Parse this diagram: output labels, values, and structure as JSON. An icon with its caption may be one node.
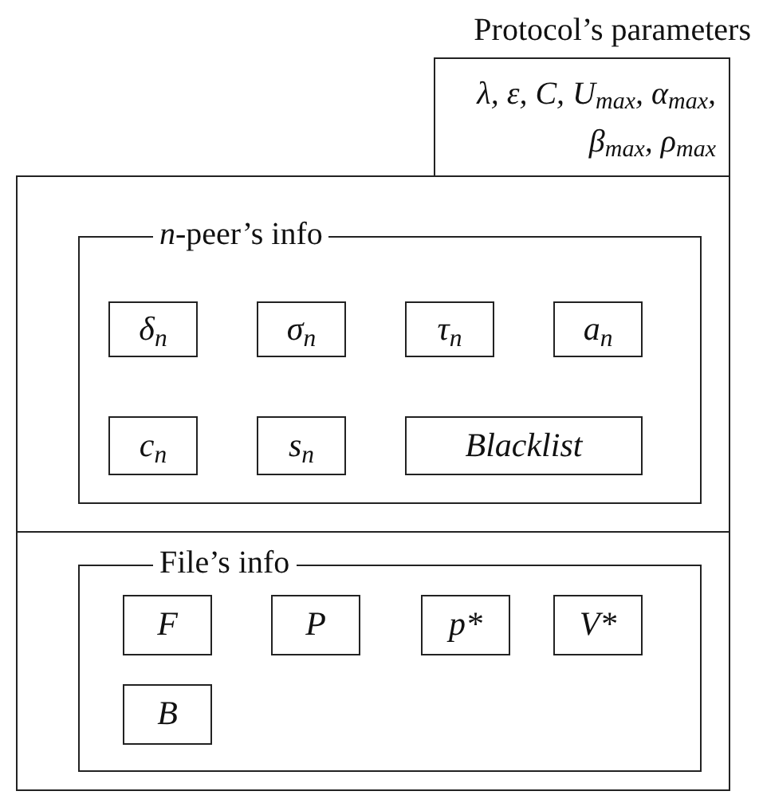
{
  "diagram": {
    "nodes": [
      {
        "text": [
          "Protocol’s parameters",
          "λ, ε, C, U$_{max}$, α$_{max}$, β$_{max}$, ρ$_{max}$"
        ]
      },
      {
        "text": [],
        "shape": "box"
      },
      {
        "text": [
          "*n*-peer’s info"
        ],
        "in": 1
      },
      {
        "text": [
          "δ$_{n}$"
        ],
        "in": 2
      },
      {
        "text": [
          "σ$_{n}$"
        ],
        "in": 2
      },
      {
        "text": [
          "τ$_{n}$"
        ],
        "in": 2
      },
      {
        "text": [
          "a$_{n}$"
        ],
        "in": 2
      },
      {
        "text": [
          "c$_{n}$"
        ],
        "in": 2
      },
      {
        "text": [
          "s$_{n}$"
        ],
        "in": 2
      },
      {
        "text": [
          "Blacklist"
        ],
        "in": 2
      },
      {
        "text": [
          "File’s info"
        ],
        "in": 1
      },
      {
        "text": [
          "F"
        ],
        "in": 10
      },
      {
        "text": [
          "P"
        ],
        "in": 10
      },
      {
        "text": [
          "p*"
        ],
        "in": 10
      },
      {
        "text": [
          "V*"
        ],
        "in": 10
      },
      {
        "text": [
          "B"
        ],
        "in": 10
      }
    ]
  }
}
